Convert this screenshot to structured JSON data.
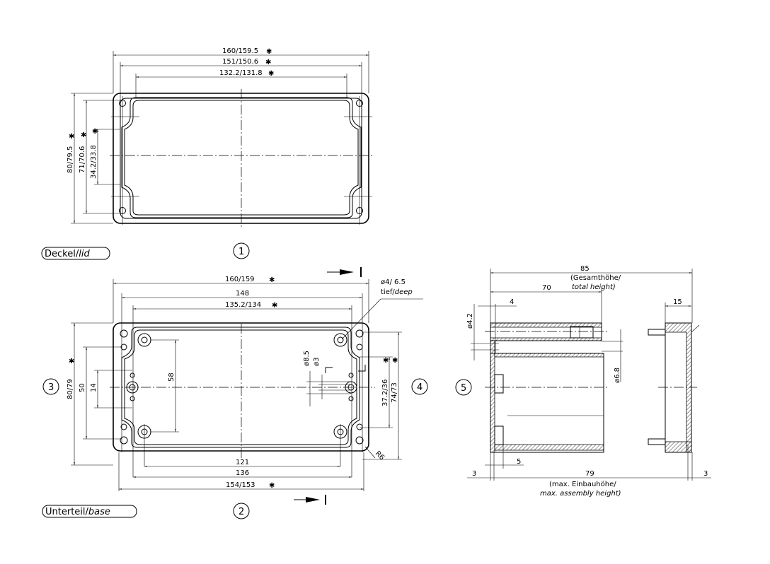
{
  "lid": {
    "label_de": "Deckel/",
    "label_en": "lid",
    "view_number": "1",
    "dims": {
      "overall_length": "160/159.5",
      "hole_spacing_length": "151/150.6",
      "inner_length": "132.2/131.8",
      "overall_width": "80/79.5",
      "hole_spacing_width": "71/70.6",
      "inner_width": "34.2/33.8"
    },
    "marker": "✱"
  },
  "base": {
    "label_de": "Unterteil/",
    "label_en": "base",
    "view_number": "2",
    "side_left_number": "3",
    "side_right_number": "4",
    "dims": {
      "overall_length": "160/159",
      "hole_spacing_length": "148",
      "inner_length": "135.2/134",
      "boss_spacing": "121",
      "length_136": "136",
      "bottom_length": "154/153",
      "overall_width": "80/79",
      "width_50": "50",
      "width_14": "14",
      "boss_spacing_vertical": "58",
      "inner_width": "37.2/36",
      "hole_spacing_width": "74/73",
      "dia_8_5": "ø8.5",
      "dia_3": "ø3",
      "radius": "R6",
      "hole_note_1": "ø4/ 6.5",
      "hole_note_2_de": "tief/",
      "hole_note_2_en": "deep"
    }
  },
  "section": {
    "view_number": "5",
    "dims": {
      "total": "85",
      "total_note_de": "(Gesamthöhe/",
      "total_note_en": "total height)",
      "depth_70": "70",
      "dim_4": "4",
      "dim_15": "15",
      "dia_4_2": "ø4.2",
      "dia_6_8": "ø6.8",
      "dim_5": "5",
      "dim_3_left": "3",
      "assembly": "79",
      "dim_3_right": "3",
      "assembly_note_de": "(max. Einbauhöhe/",
      "assembly_note_en": "max. assembly height)"
    }
  }
}
